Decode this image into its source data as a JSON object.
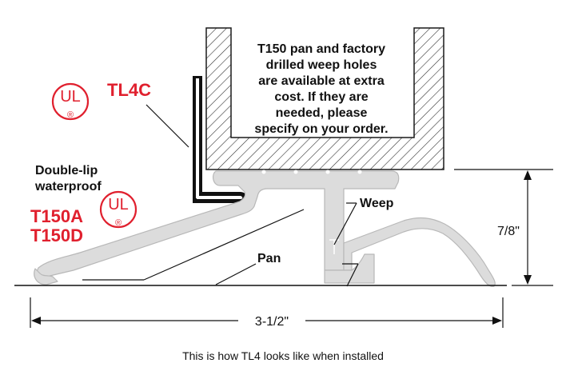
{
  "note": [
    "T150 pan and factory",
    "drilled weep holes",
    "are available at extra",
    "cost. If they are",
    "needed, please",
    "specify on your order."
  ],
  "labels": {
    "tl4c": "TL4C",
    "double_lip_1": "Double-lip",
    "double_lip_2": "waterproof",
    "t150a": "T150A",
    "t150d": "T150D",
    "weep": "Weep",
    "pan": "Pan",
    "height_dim": "7/8\"",
    "width_dim": "3-1/2\"",
    "caption": "This is how TL4 looks like when installed"
  },
  "ul_marks": [
    {
      "letters": "UL",
      "registered": "®"
    },
    {
      "letters": "UL",
      "registered": "®"
    }
  ],
  "colors": {
    "red": "#e0202e",
    "profile_gray": "#dcdcdc",
    "profile_edge": "#b8b8b8",
    "ink": "#1a1a1a"
  }
}
